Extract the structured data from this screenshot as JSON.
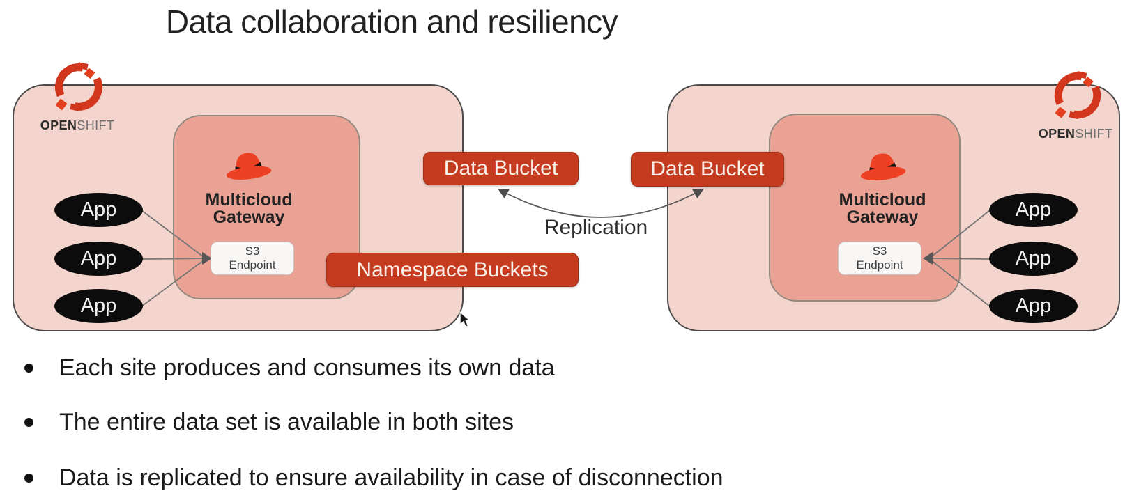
{
  "slide": {
    "title": "Data collaboration and resiliency",
    "bullets": [
      "Each site produces and consumes its own data",
      "The entire data set is available in both sites",
      "Data is replicated to ensure availability in case of disconnection"
    ]
  },
  "diagram": {
    "replication_label": "Replication",
    "namespace_buckets_label": "Namespace Buckets",
    "sites": [
      {
        "platform": {
          "bold": "OPEN",
          "light": "SHIFT"
        },
        "data_bucket_label": "Data Bucket",
        "gateway": {
          "name_line1": "Multicloud",
          "name_line2": "Gateway",
          "endpoint_line1": "S3",
          "endpoint_line2": "Endpoint"
        },
        "apps": [
          "App",
          "App",
          "App"
        ]
      },
      {
        "platform": {
          "bold": "OPEN",
          "light": "SHIFT"
        },
        "data_bucket_label": "Data Bucket",
        "gateway": {
          "name_line1": "Multicloud",
          "name_line2": "Gateway",
          "endpoint_line1": "S3",
          "endpoint_line2": "Endpoint"
        },
        "apps": [
          "App",
          "App",
          "App"
        ]
      }
    ],
    "colors": {
      "cluster_fill": "#f3d5cd",
      "gateway_fill": "#e9a294",
      "bucket_red": "#c43b20",
      "fedora_red": "#ee4123",
      "app_black": "#0c0c0c",
      "openshift_red": "#d2361c"
    }
  }
}
